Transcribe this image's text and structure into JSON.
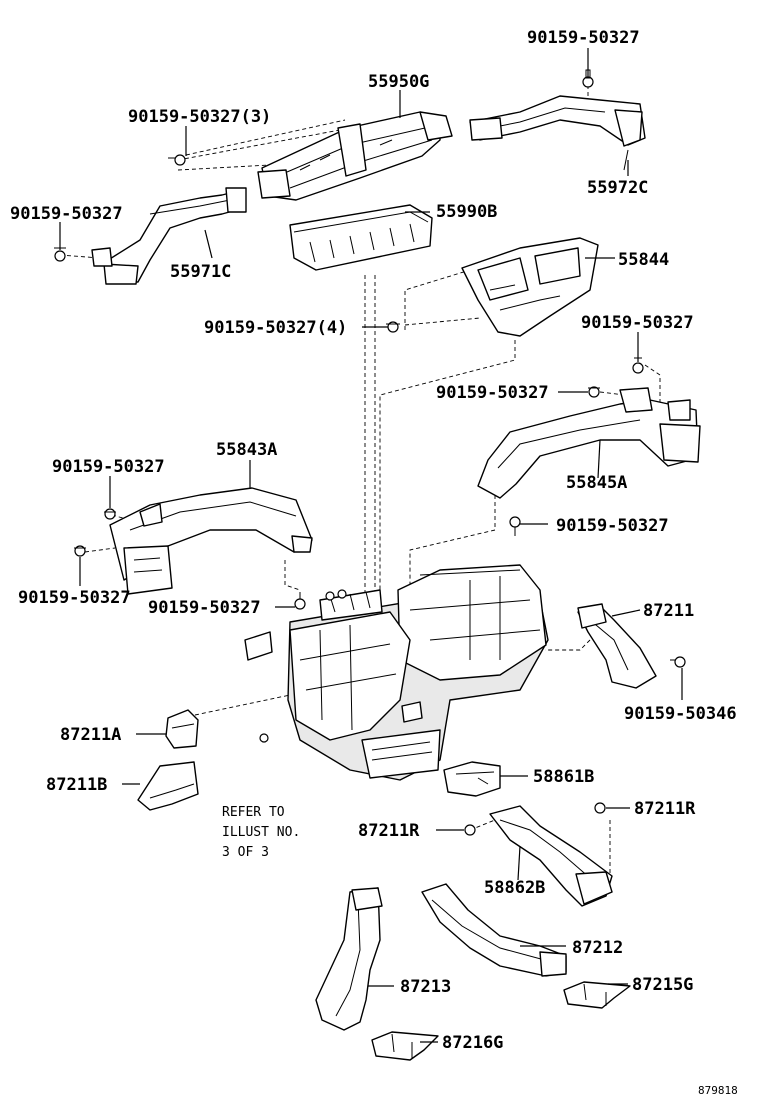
{
  "labels": {
    "p90159_50327_top": "90159-50327",
    "p55950G": "55950G",
    "p90159_50327_x3": "90159-50327(3)",
    "p55972C": "55972C",
    "p90159_50327_left": "90159-50327",
    "p55990B": "55990B",
    "p55971C": "55971C",
    "p55844": "55844",
    "p90159_50327_x4": "90159-50327(4)",
    "p90159_50327_r1": "90159-50327",
    "p90159_50327_r2": "90159-50327",
    "p55843A": "55843A",
    "p90159_50327_l2": "90159-50327",
    "p55845A": "55845A",
    "p90159_50327_r3": "90159-50327",
    "p90159_50327_l3": "90159-50327",
    "p90159_50327_mid": "90159-50327",
    "p87211": "87211",
    "p90159_50346": "90159-50346",
    "p87211A": "87211A",
    "p87211B": "87211B",
    "p58861B": "58861B",
    "p87211R_r": "87211R",
    "p87211R_l": "87211R",
    "p58862B": "58862B",
    "p87212": "87212",
    "p87213": "87213",
    "p87215G": "87215G",
    "p87216G": "87216G"
  },
  "refer_note": [
    "REFER TO",
    "ILLUST NO.",
    "3 OF 3"
  ],
  "diagram_id": "879818"
}
